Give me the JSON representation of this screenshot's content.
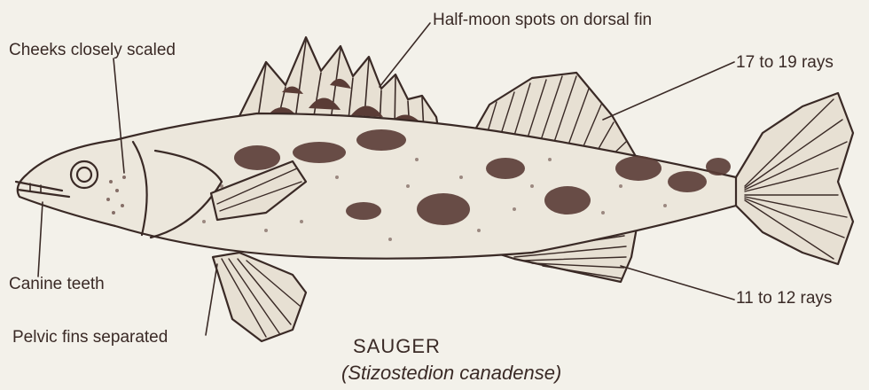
{
  "labels": {
    "cheeks": "Cheeks closely scaled",
    "dorsal_spots": "Half-moon spots on dorsal fin",
    "soft_dorsal_rays": "17 to 19 rays",
    "canine_teeth": "Canine teeth",
    "anal_rays": "11 to 12 rays",
    "pelvic": "Pelvic fins separated"
  },
  "caption": {
    "common_name": "SAUGER",
    "scientific_name": "(Stizostedion canadense)"
  },
  "colors": {
    "ink": "#3a2a26",
    "paper": "#f3f1ea",
    "blotch": "#5a3c36"
  }
}
